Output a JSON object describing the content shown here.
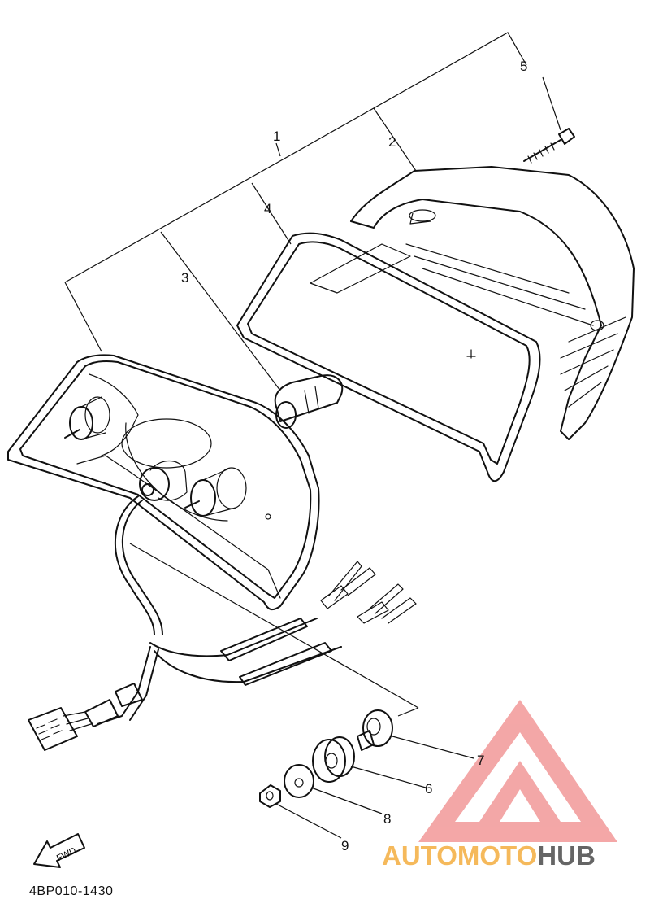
{
  "parts": [
    {
      "number": "1"
    },
    {
      "number": "2"
    },
    {
      "number": "3"
    },
    {
      "number": "4"
    },
    {
      "number": "5"
    },
    {
      "number": "6"
    },
    {
      "number": "7"
    },
    {
      "number": "8"
    },
    {
      "number": "9"
    }
  ],
  "direction_arrow": "FWD",
  "reference_code": "4BP010-1430",
  "watermark": {
    "text_part1": "AUTOMOTO",
    "text_part2": "HUB",
    "color_part1": "#f5b24a",
    "color_part2": "#555555",
    "logo_color": "#f08a8a"
  }
}
